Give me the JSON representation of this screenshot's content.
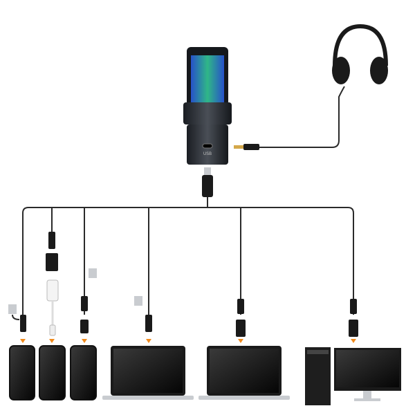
{
  "microphone": {
    "port_label": "USB"
  },
  "colors": {
    "cable": "#2a2a2a",
    "arrow": "#f08a1c",
    "device": "#1c1c1c",
    "metal": "#c9ccd0",
    "glow_green": "#35d39a",
    "glow_blue": "#3a6df0"
  },
  "icons": [
    "microphone",
    "headphones",
    "usb-c-plug",
    "usb-a-plug",
    "lightning-adapter",
    "smartphone",
    "laptop",
    "desktop-tower",
    "monitor",
    "arrow-down"
  ]
}
